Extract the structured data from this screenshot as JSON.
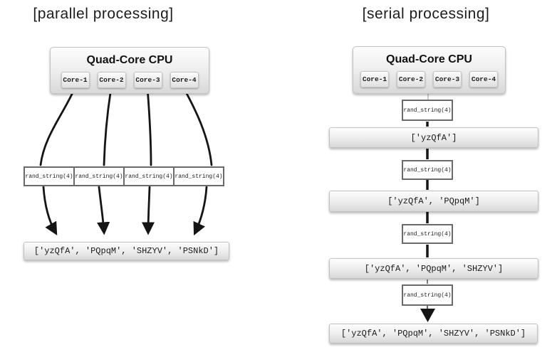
{
  "colors": {
    "background": "#ffffff",
    "box_gradient_top": "#fdfdfd",
    "box_gradient_bottom": "#d8d8d8",
    "box_border": "#c2c2c2",
    "task_box_border": "#6a6a6a",
    "arrow": "#151515",
    "text": "#1a1a1a"
  },
  "left": {
    "title": "[parallel processing]",
    "cpu": {
      "label": "Quad-Core CPU",
      "cores": [
        "Core-1",
        "Core-2",
        "Core-3",
        "Core-4"
      ]
    },
    "tasks": [
      "rand_string(4)",
      "rand_string(4)",
      "rand_string(4)",
      "rand_string(4)"
    ],
    "result": "['yzQfA', 'PQpqM', 'SHZYV', 'PSNkD']"
  },
  "right": {
    "title": "[serial processing]",
    "cpu": {
      "label": "Quad-Core CPU",
      "cores": [
        "Core-1",
        "Core-2",
        "Core-3",
        "Core-4"
      ]
    },
    "steps": [
      {
        "task": "rand_string(4)",
        "result": "['yzQfA']"
      },
      {
        "task": "rand_string(4)",
        "result": "['yzQfA', 'PQpqM']"
      },
      {
        "task": "rand_string(4)",
        "result": "['yzQfA', 'PQpqM', 'SHZYV']"
      },
      {
        "task": "rand_string(4)",
        "result": "['yzQfA', 'PQpqM', 'SHZYV', 'PSNkD']"
      }
    ]
  }
}
